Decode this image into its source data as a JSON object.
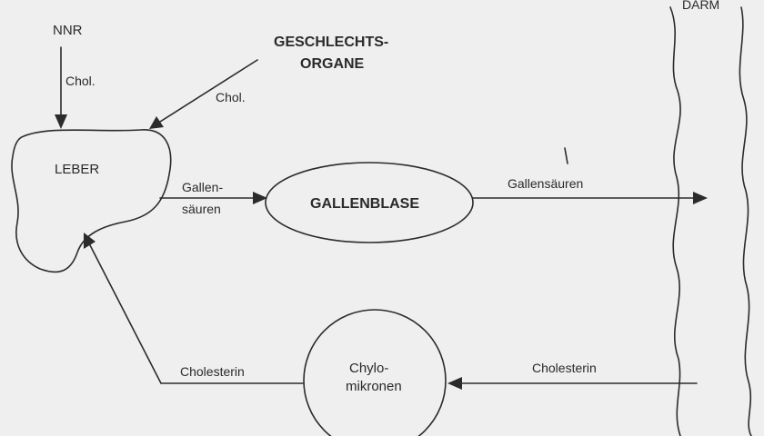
{
  "nodes": {
    "nnr": "NNR",
    "geschlechtsorgane_line1": "GESCHLECHTS-",
    "geschlechtsorgane_line2": "ORGANE",
    "leber": "LEBER",
    "gallenblase": "GALLENBLASE",
    "chylomikronen_line1": "Chylo-",
    "chylomikronen_line2": "mikronen",
    "darm": "DARM"
  },
  "edges": {
    "nnr_to_leber": "Chol.",
    "organe_to_leber": "Chol.",
    "leber_to_gallenblase_line1": "Gallen-",
    "leber_to_gallenblase_line2": "säuren",
    "gallenblase_to_darm": "Gallensäuren",
    "darm_to_chylomikronen": "Cholesterin",
    "chylomikronen_to_leber": "Cholesterin"
  }
}
